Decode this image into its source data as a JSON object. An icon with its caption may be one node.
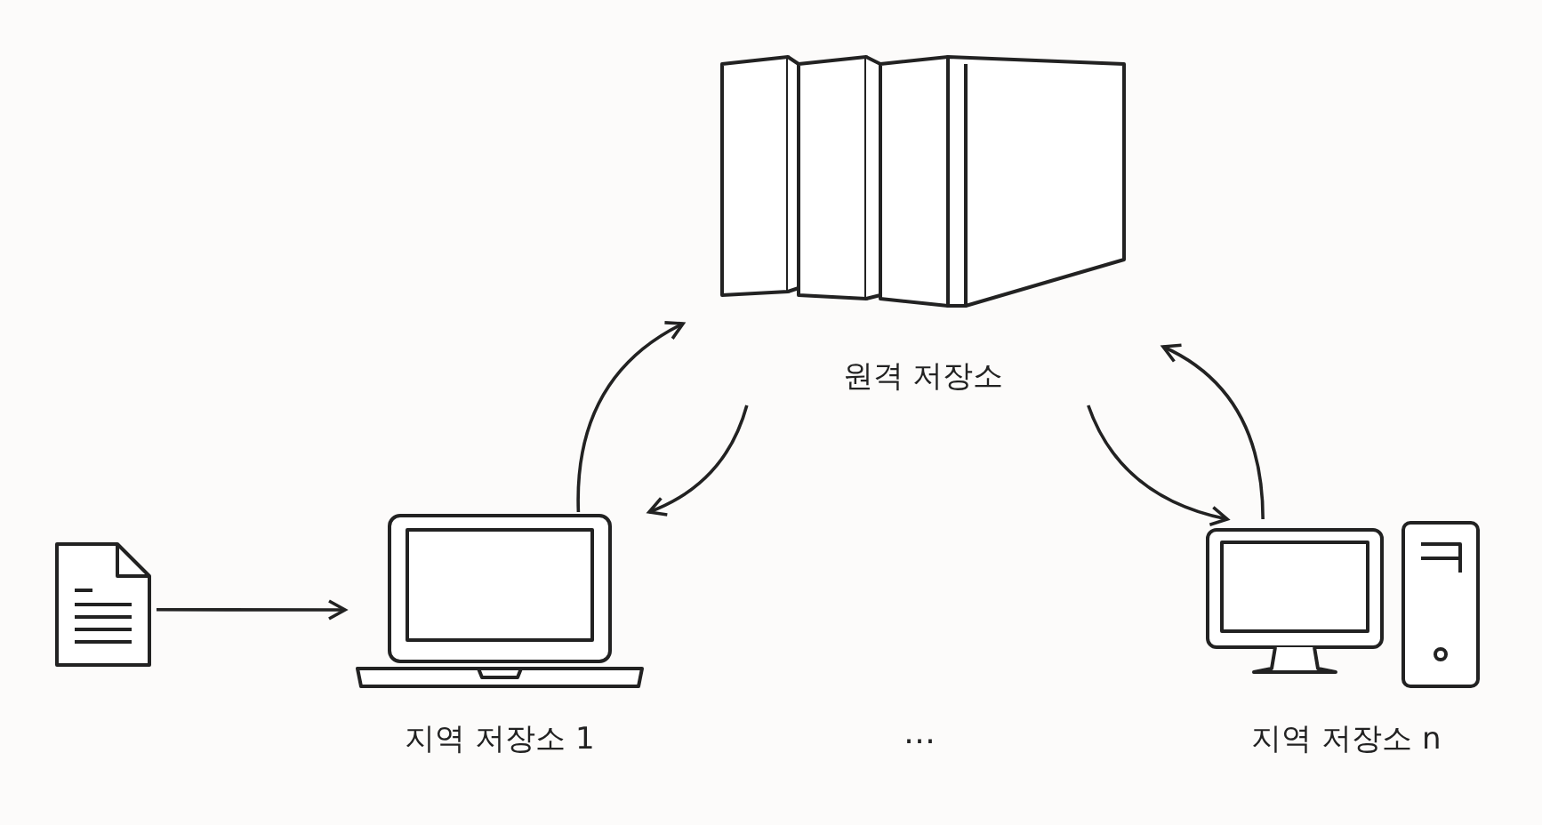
{
  "diagram": {
    "nodes": [
      {
        "text": [
          "원격 저장소"
        ]
      },
      {
        "text": [],
        "shape": "picture"
      },
      {
        "text": [
          "지역 저장소 1"
        ]
      },
      {
        "text": [
          "지역 저장소 n"
        ]
      }
    ],
    "edges": [
      {
        "from": 1,
        "to": 2,
        "arrow": "to"
      },
      {
        "from": 2,
        "to": 0,
        "arrow": "to"
      },
      {
        "from": 0,
        "to": 2,
        "arrow": "to"
      },
      {
        "from": 0,
        "to": 3,
        "arrow": "to"
      },
      {
        "from": 3,
        "to": 0,
        "arrow": "to"
      }
    ],
    "labels": [
      "…"
    ]
  }
}
